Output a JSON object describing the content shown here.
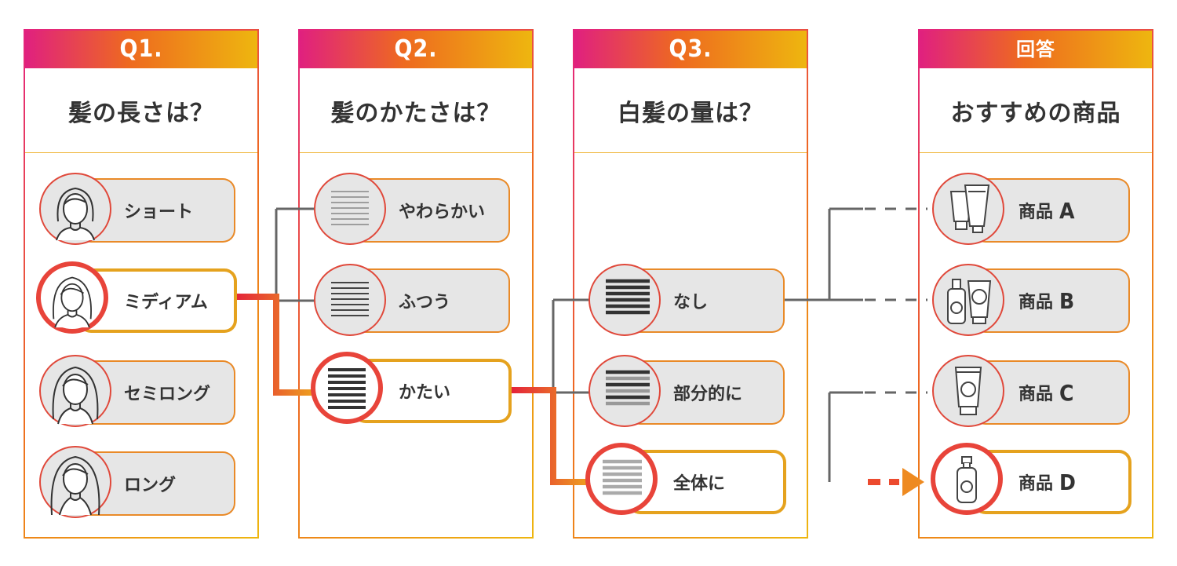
{
  "columns": [
    {
      "header": "Q1.",
      "question": "髪の長さは？",
      "options": [
        "ショート",
        "ミディアム",
        "セミロング",
        "ロング"
      ]
    },
    {
      "header": "Q2.",
      "question": "髪のかたさは？",
      "options": [
        "やわらかい",
        "ふつう",
        "かたい"
      ]
    },
    {
      "header": "Q3.",
      "question": "白髪の量は？",
      "options": [
        "なし",
        "部分的に",
        "全体に"
      ]
    },
    {
      "header": "回答",
      "question": "おすすめの商品",
      "products": [
        {
          "label": "商品",
          "letter": "A"
        },
        {
          "label": "商品",
          "letter": "B"
        },
        {
          "label": "商品",
          "letter": "C"
        },
        {
          "label": "商品",
          "letter": "D"
        }
      ]
    }
  ],
  "selected": {
    "q1": "ミディアム",
    "q2": "かたい",
    "q3": "全体に",
    "answer": "D"
  },
  "colors": {
    "gradient_start": "#e4237f",
    "gradient_mid": "#ee6a1f",
    "gradient_end": "#eeb60f",
    "option_bg": "#e6e6e6",
    "connector": "#666666",
    "text": "#333333"
  },
  "icons": [
    "short-hair-woman-icon",
    "medium-hair-woman-icon",
    "semilong-hair-woman-icon",
    "long-hair-woman-icon",
    "soft-hair-lines-icon",
    "normal-hair-lines-icon",
    "hard-hair-lines-icon",
    "no-gray-lines-icon",
    "partial-gray-lines-icon",
    "full-gray-lines-icon",
    "tubes-icon",
    "bottle-jar-icon",
    "tube-icon",
    "bottle-icon"
  ]
}
